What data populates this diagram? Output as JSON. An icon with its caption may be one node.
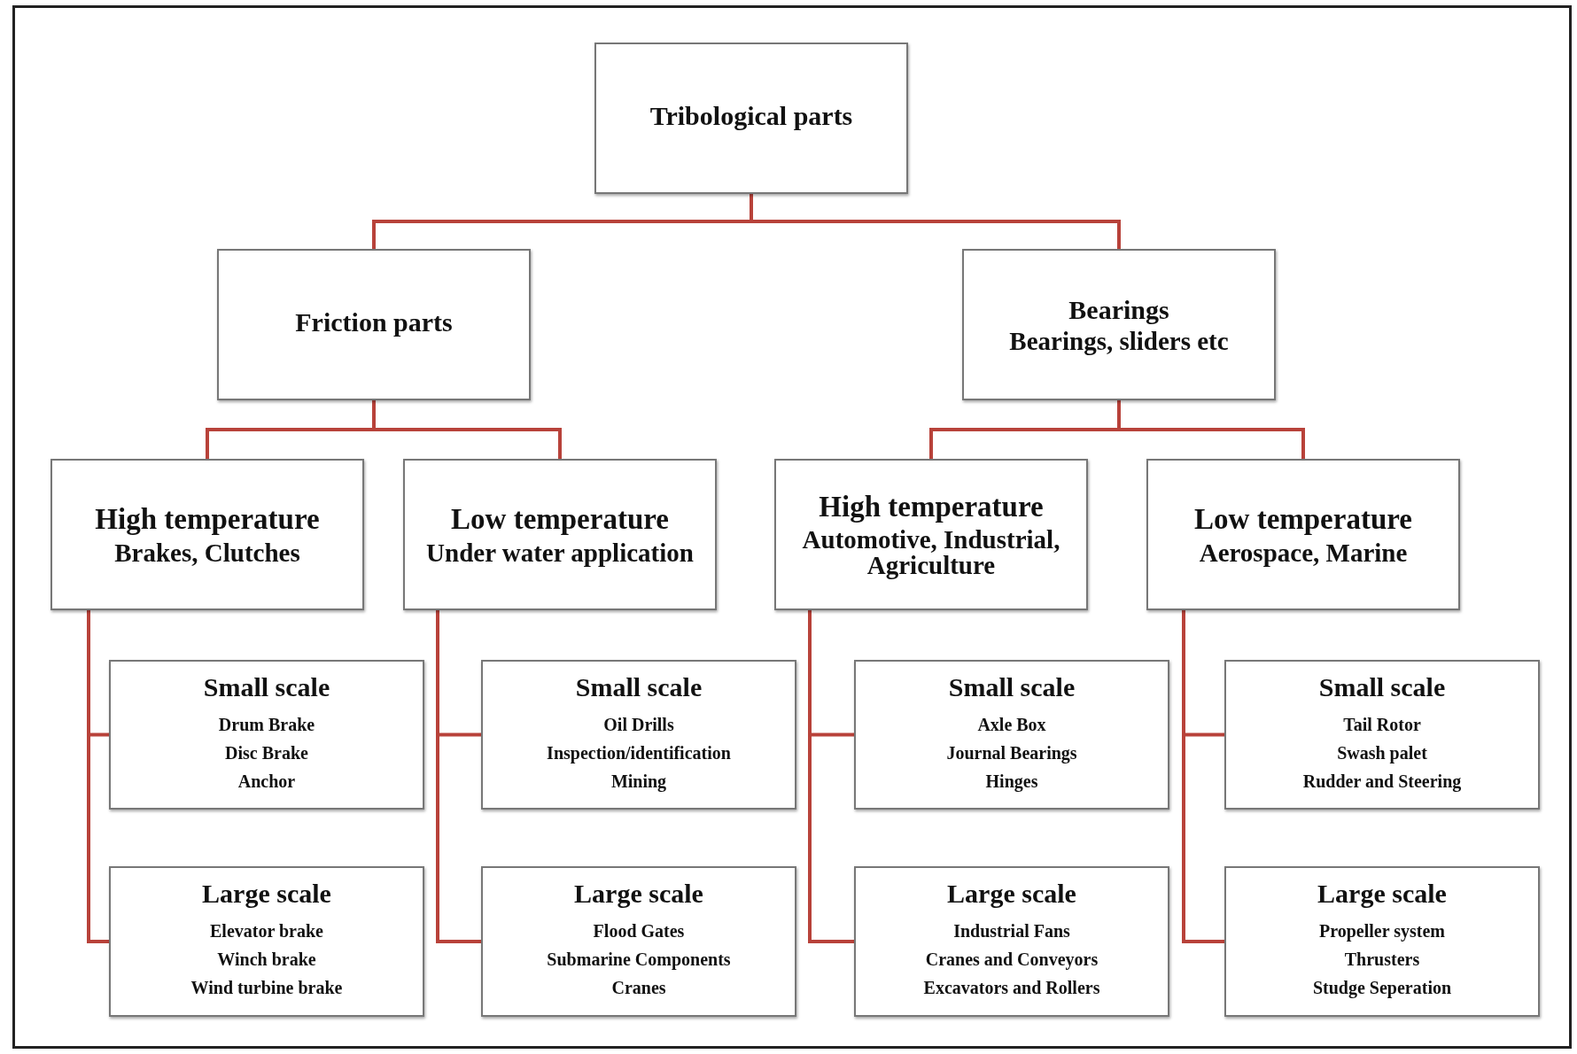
{
  "diagram": {
    "nodes": [
      {
        "text": [
          "Tribological parts"
        ]
      },
      {
        "text": [
          "Friction parts"
        ]
      },
      {
        "text": [
          "Bearings",
          "Bearings, sliders etc"
        ]
      },
      {
        "text": [
          "High temperature",
          "Brakes, Clutches"
        ]
      },
      {
        "text": [
          "Low temperature",
          "Under water application"
        ]
      },
      {
        "text": [
          "High temperature",
          "Automotive, Industrial, Agriculture"
        ]
      },
      {
        "text": [
          "Low temperature",
          "Aerospace, Marine"
        ]
      },
      {
        "text": [
          "Small scale",
          "Drum Brake",
          "Disc Brake",
          "Anchor"
        ]
      },
      {
        "text": [
          "Small scale",
          "Oil Drills",
          "Inspection/identification",
          "Mining"
        ]
      },
      {
        "text": [
          "Small scale",
          "Axle Box",
          "Journal Bearings",
          "Hinges"
        ]
      },
      {
        "text": [
          "Small scale",
          "Tail Rotor",
          "Swash palet",
          "Rudder and Steering"
        ]
      },
      {
        "text": [
          "Large scale",
          "Elevator brake",
          "Winch brake",
          "Wind turbine brake"
        ]
      },
      {
        "text": [
          "Large scale",
          "Flood Gates",
          "Submarine Components",
          "Cranes"
        ]
      },
      {
        "text": [
          "Large scale",
          "Industrial Fans",
          "Cranes and Conveyors",
          "Excavators and Rollers"
        ]
      },
      {
        "text": [
          "Large scale",
          "Propeller system",
          "Thrusters",
          "Studge Seperation"
        ]
      }
    ],
    "edges": [
      {
        "from": 0,
        "to": 1,
        "arrow": "none"
      },
      {
        "from": 0,
        "to": 2,
        "arrow": "none"
      },
      {
        "from": 1,
        "to": 3,
        "arrow": "none"
      },
      {
        "from": 1,
        "to": 4,
        "arrow": "none"
      },
      {
        "from": 2,
        "to": 5,
        "arrow": "none"
      },
      {
        "from": 2,
        "to": 6,
        "arrow": "none"
      },
      {
        "from": 3,
        "to": 7,
        "arrow": "none"
      },
      {
        "from": 3,
        "to": 11,
        "arrow": "none"
      },
      {
        "from": 4,
        "to": 8,
        "arrow": "none"
      },
      {
        "from": 4,
        "to": 12,
        "arrow": "none"
      },
      {
        "from": 5,
        "to": 9,
        "arrow": "none"
      },
      {
        "from": 5,
        "to": 13,
        "arrow": "none"
      },
      {
        "from": 6,
        "to": 10,
        "arrow": "none"
      },
      {
        "from": 6,
        "to": 14,
        "arrow": "none"
      }
    ]
  }
}
